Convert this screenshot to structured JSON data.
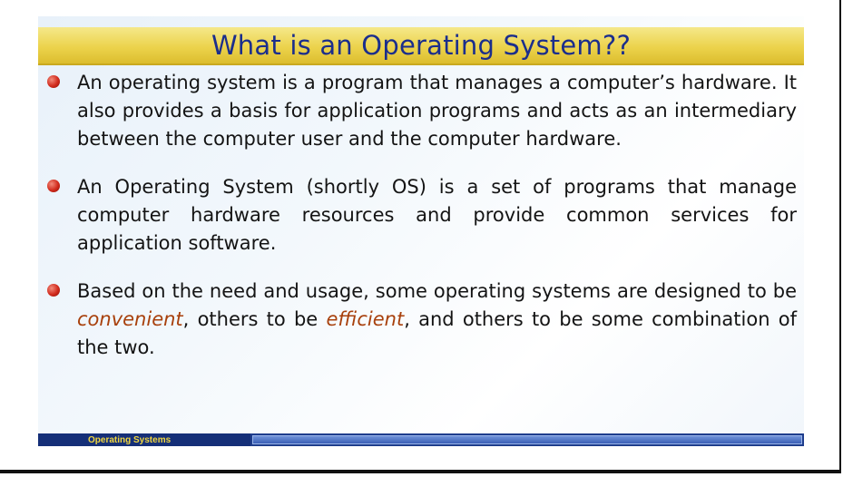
{
  "slide": {
    "title": "What is an Operating System??",
    "bullets": [
      {
        "text": "An operating system is a program that manages a computer’s hardware. It also provides a basis for application programs and acts as an intermediary between the computer user and the computer hardware."
      },
      {
        "text": "An Operating System (shortly OS) is a set of programs that manage computer hardware resources and provide common services for application software."
      },
      {
        "part1": "Based on the need and usage, some operating systems are designed to be ",
        "em1": "convenient",
        "part2": ", others to be ",
        "em2": "efficient",
        "part3": ", and others to be some combination of the two."
      }
    ],
    "footer": "Operating Systems"
  },
  "colors": {
    "title_text": "#1b2e8c",
    "title_bar": "#ecd34c",
    "emphasis": "#a8400c",
    "bullet": "#d12a1c",
    "footer_bar": "#1e3d8c",
    "footer_text": "#f0d640"
  },
  "icons": {
    "bullet": "red-circle-bullet-icon"
  }
}
